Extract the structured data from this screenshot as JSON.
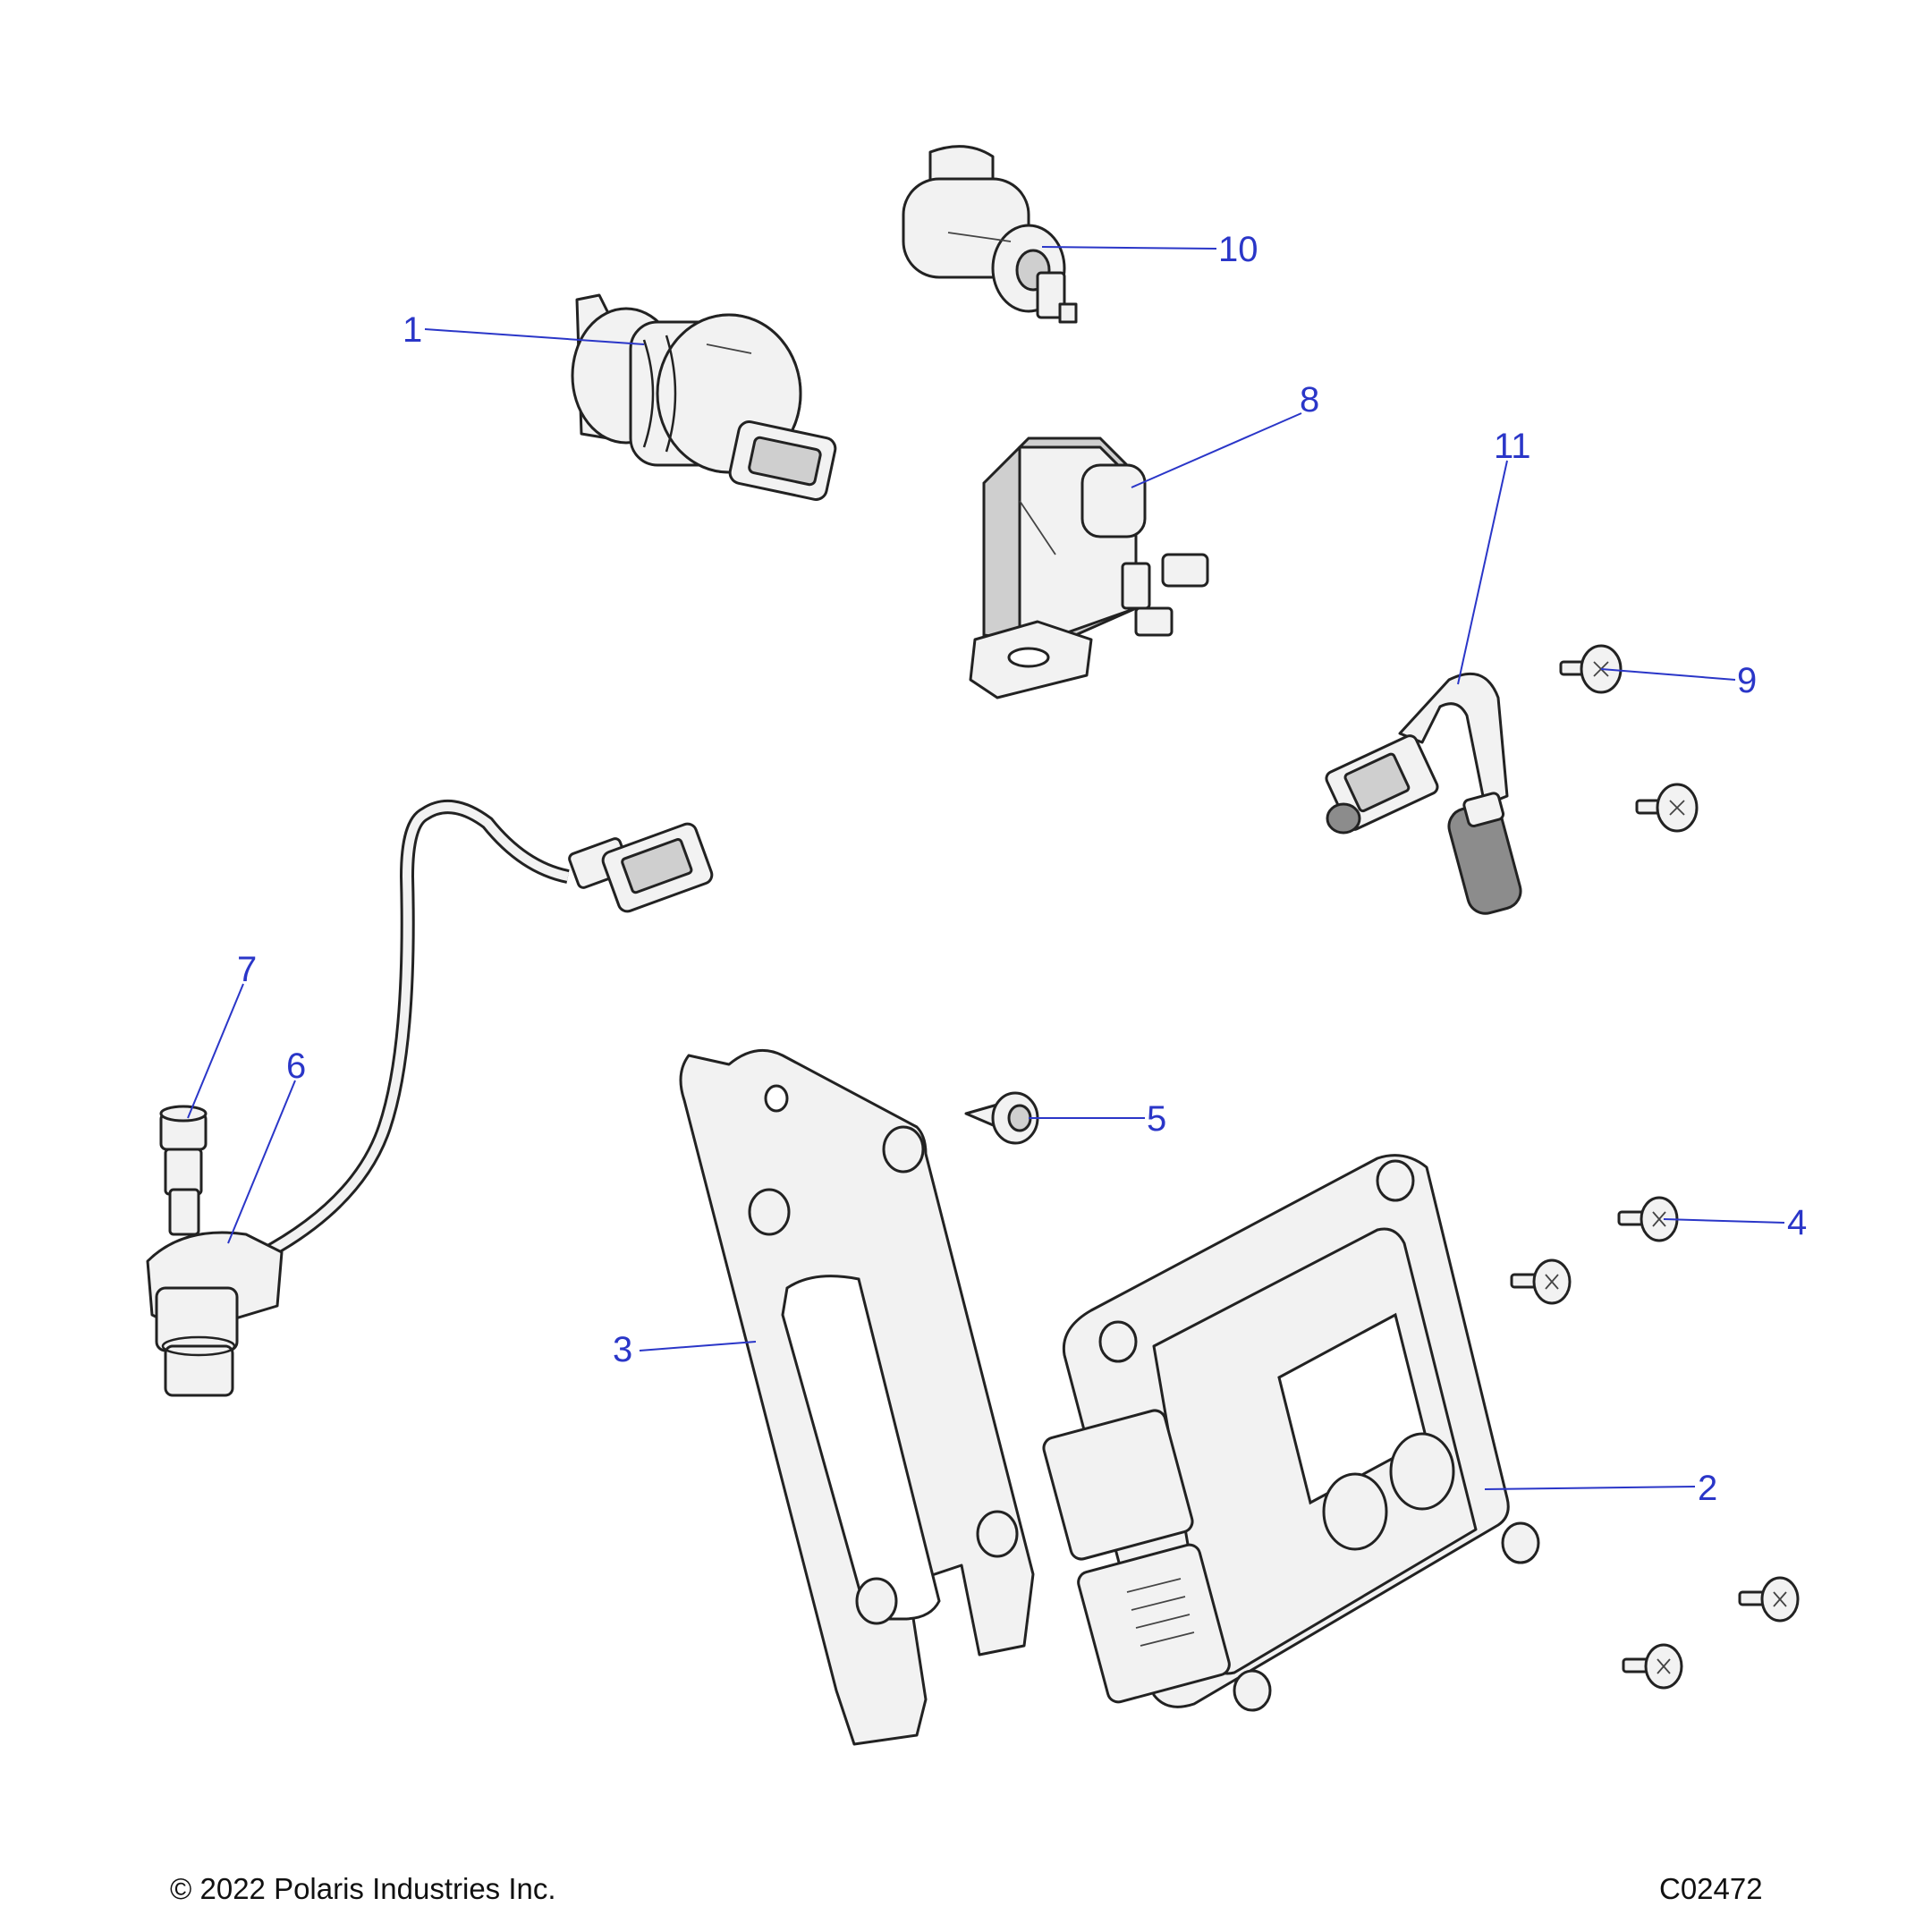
{
  "diagram": {
    "callouts": [
      {
        "id": "1",
        "label": "1"
      },
      {
        "id": "2",
        "label": "2"
      },
      {
        "id": "3",
        "label": "3"
      },
      {
        "id": "4",
        "label": "4"
      },
      {
        "id": "5",
        "label": "5"
      },
      {
        "id": "6",
        "label": "6"
      },
      {
        "id": "7",
        "label": "7"
      },
      {
        "id": "8",
        "label": "8"
      },
      {
        "id": "9",
        "label": "9"
      },
      {
        "id": "10",
        "label": "10"
      },
      {
        "id": "11",
        "label": "11"
      }
    ],
    "colors": {
      "callout": "#2a36c8",
      "line": "#222222",
      "fill": "#f2f2f2"
    }
  },
  "footer": {
    "copyright": "© 2022 Polaris Industries Inc.",
    "figure_code": "C02472"
  }
}
